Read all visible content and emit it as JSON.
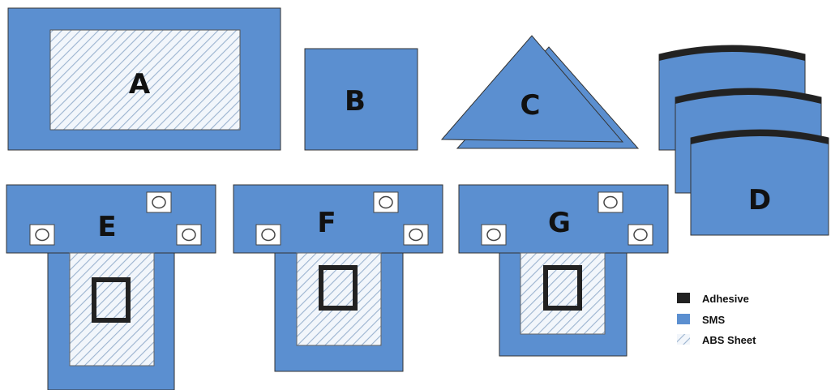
{
  "colors": {
    "sms": "#5b8fd0",
    "adhesive": "#222222",
    "abs_fill": "#f2f6fb",
    "abs_hatch": "#9bb3cf",
    "stroke": "#333333"
  },
  "items": {
    "a": "A",
    "b": "B",
    "c": "C",
    "d": "D",
    "e": "E",
    "f": "F",
    "g": "G"
  },
  "legend": {
    "adhesive": "Adhesive",
    "sms": "SMS",
    "abs": "ABS Sheet"
  }
}
